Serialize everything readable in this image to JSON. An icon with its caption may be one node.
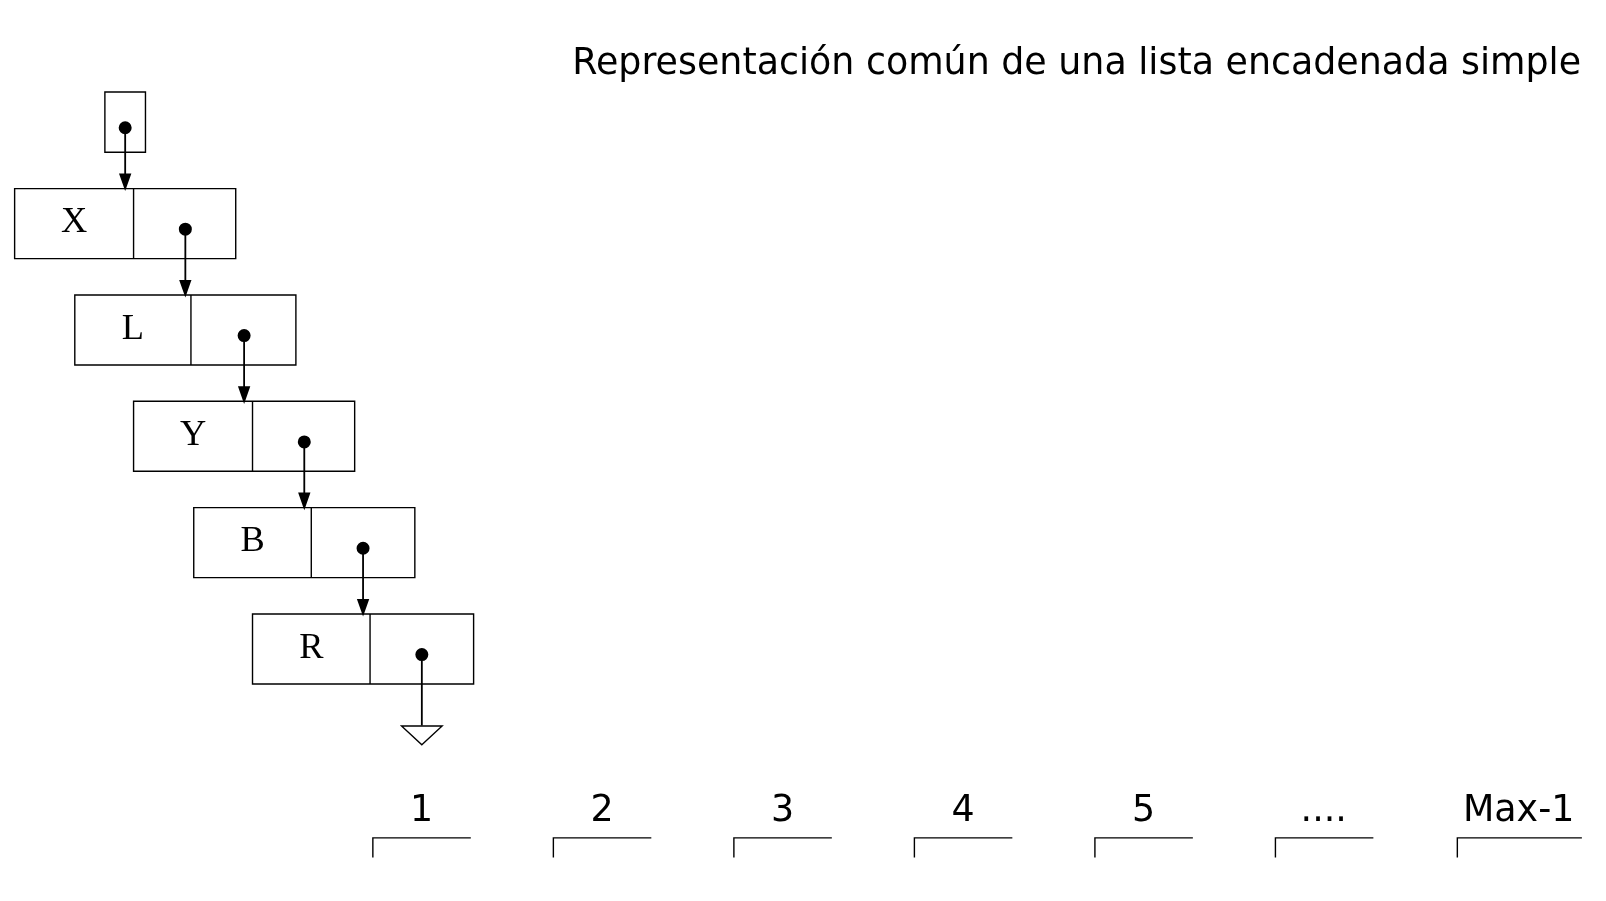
{
  "diagram": {
    "title": "Representación común de una lista encadenada simple",
    "nodes": [
      {
        "text": [],
        "shape": "box"
      },
      {
        "text": [
          "X"
        ]
      },
      {
        "text": [
          "L"
        ]
      },
      {
        "text": [
          "Y"
        ]
      },
      {
        "text": [
          "B"
        ]
      },
      {
        "text": [
          "R"
        ]
      },
      {
        "text": [],
        "shape": "ground"
      }
    ],
    "edges": [
      {
        "from": 0,
        "to": 1,
        "arrow": "to"
      },
      {
        "from": 1,
        "to": 2,
        "arrow": "to"
      },
      {
        "from": 2,
        "to": 3,
        "arrow": "to"
      },
      {
        "from": 3,
        "to": 4,
        "arrow": "to"
      },
      {
        "from": 4,
        "to": 5,
        "arrow": "to"
      },
      {
        "from": 5,
        "to": 6,
        "arrow": "other"
      }
    ],
    "labels": [
      "1",
      "2",
      "3",
      "4",
      "5",
      "....",
      "Max-1"
    ]
  }
}
